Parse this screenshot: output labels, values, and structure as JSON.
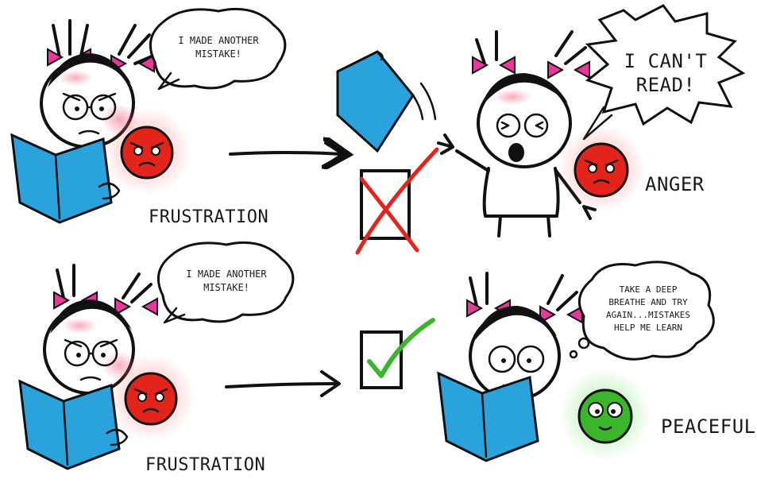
{
  "scene_top": {
    "bubble_text_lines": [
      "I MADE ANOTHER",
      "MISTAKE!"
    ],
    "emotion_label": "FRUSTRATION",
    "outcome_mark": "cross",
    "angry_bubble_lines": [
      "I CAN'T",
      "READ!"
    ],
    "result_label": "ANGER"
  },
  "scene_bottom": {
    "bubble_text_lines": [
      "I MADE ANOTHER",
      "MISTAKE!"
    ],
    "emotion_label": "FRUSTRATION",
    "outcome_mark": "check",
    "thought_bubble_lines": [
      "TAKE A DEEP",
      "BREATHE AND TRY",
      "AGAIN...MISTAKES",
      "HELP ME LEARN"
    ],
    "result_label": "PEACEFUL"
  },
  "colors": {
    "book": "#2aa3dc",
    "bow": "#e8379d",
    "angry_face": "#e3241b",
    "peaceful_face": "#3bb52a",
    "cross": "#e3241b",
    "check": "#3bb52a"
  }
}
